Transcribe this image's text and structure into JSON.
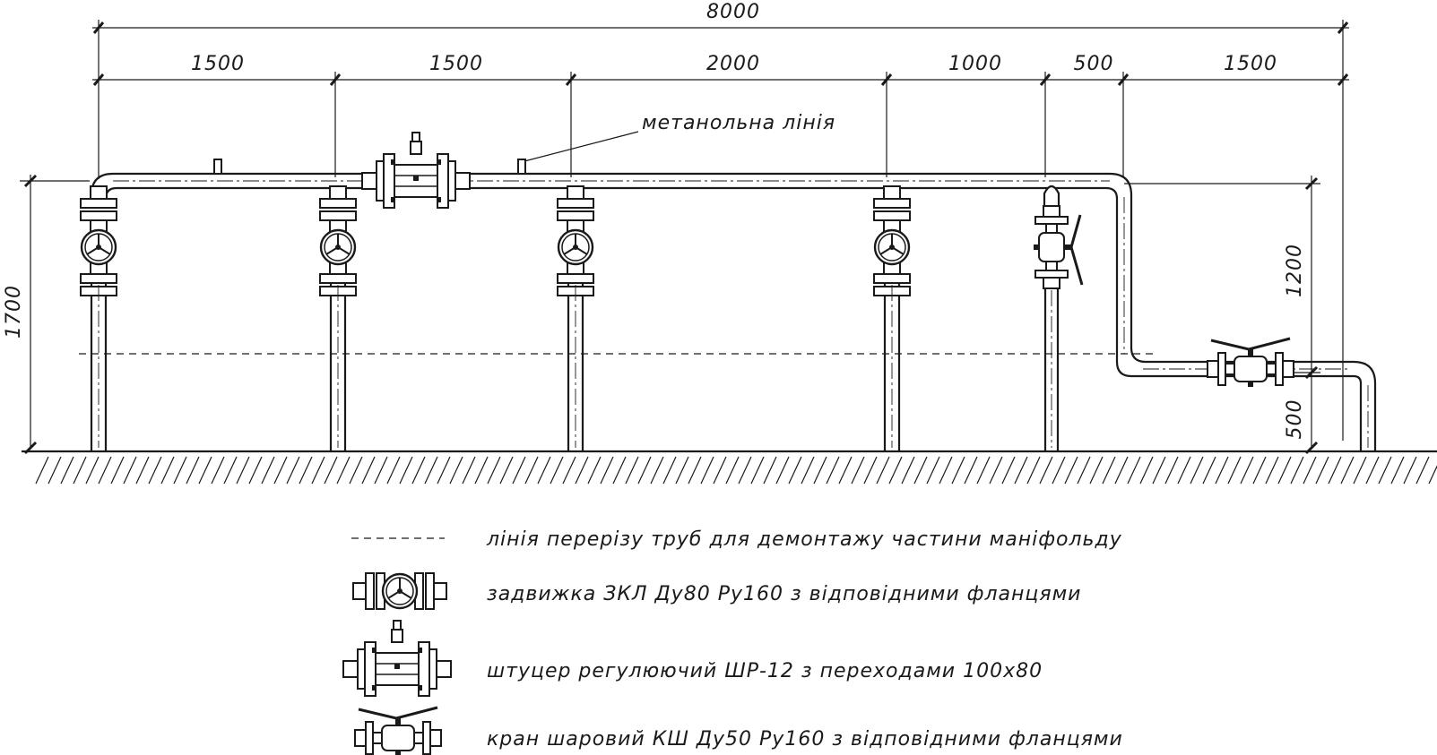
{
  "colors": {
    "line": "#1a1a1a",
    "background": "#ffffff"
  },
  "dimensions": {
    "overall": "8000",
    "segments": [
      "1500",
      "1500",
      "2000",
      "1000",
      "500",
      "1500"
    ],
    "height_total": "1700",
    "height_upper": "1200",
    "height_lower": "500"
  },
  "callout": {
    "methanol_line": "метанольна лінія"
  },
  "legend": [
    {
      "icon": "dashed-line-icon",
      "text": "лінія перерізу труб для демонтажу частини маніфольду"
    },
    {
      "icon": "gate-valve-icon",
      "text": "задвижка ЗКЛ Ду80 Ру160 з відповідними фланцями"
    },
    {
      "icon": "regulating-choke-icon",
      "text": "штуцер регулюючий ШР-12 з переходами 100х80"
    },
    {
      "icon": "ball-valve-icon",
      "text": "кран шаровий КШ Ду50 Ру160 з відповідними фланцями"
    }
  ]
}
